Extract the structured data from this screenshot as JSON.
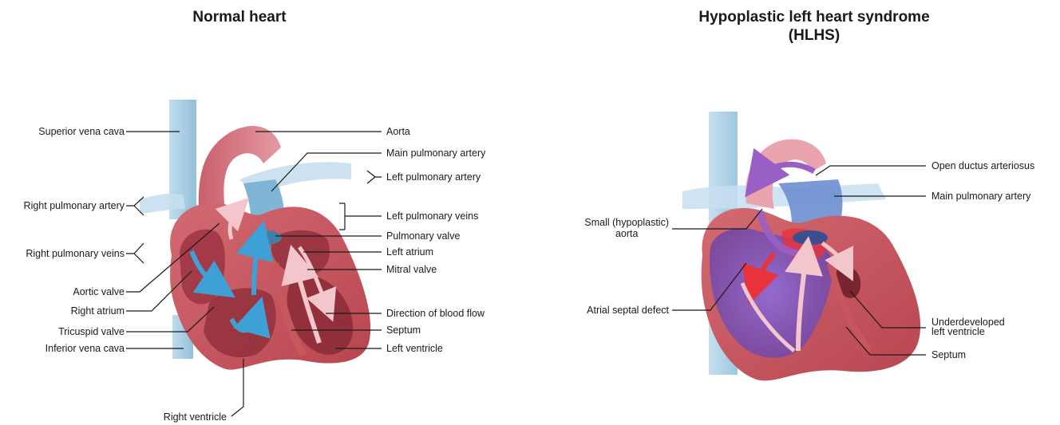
{
  "titles": {
    "normal": "Normal heart",
    "hlhs_line1": "Hypoplastic left heart syndrome",
    "hlhs_line2": "(HLHS)"
  },
  "normal_labels": {
    "superior_vena_cava": "Superior vena cava",
    "right_pulmonary_artery": "Right pulmonary artery",
    "right_pulmonary_veins": "Right pulmonary veins",
    "aortic_valve": "Aortic valve",
    "right_atrium": "Right atrium",
    "tricuspid_valve": "Tricuspid valve",
    "inferior_vena_cava": "Inferior vena cava",
    "right_ventricle": "Right ventricle",
    "aorta": "Aorta",
    "main_pulmonary_artery": "Main pulmonary artery",
    "left_pulmonary_artery": "Left pulmonary artery",
    "left_pulmonary_veins": "Left pulmonary veins",
    "pulmonary_valve": "Pulmonary valve",
    "left_atrium": "Left atrium",
    "mitral_valve": "Mitral valve",
    "direction_of_blood_flow": "Direction of blood flow",
    "septum": "Septum",
    "left_ventricle": "Left ventricle"
  },
  "hlhs_labels": {
    "small_aorta_line1": "Small (hypoplastic)",
    "small_aorta_line2": "aorta",
    "atrial_septal_defect": "Atrial septal defect",
    "open_ductus_arteriosus": "Open ductus arteriosus",
    "main_pulmonary_artery": "Main pulmonary artery",
    "underdeveloped_lv_line1": "Underdeveloped",
    "underdeveloped_lv_line2": "left ventricle",
    "septum": "Septum"
  },
  "colors": {
    "heart_muscle": "#c8565e",
    "heart_inner": "#8e2e3b",
    "vessel_blue": "#a9cfe3",
    "aorta_pink": "#d97c86",
    "flow_blue": "#3fa0d6",
    "flow_pink": "#f2c6cc",
    "flow_purple": "#9a5fc4",
    "oxygen_red": "#e8333a"
  }
}
